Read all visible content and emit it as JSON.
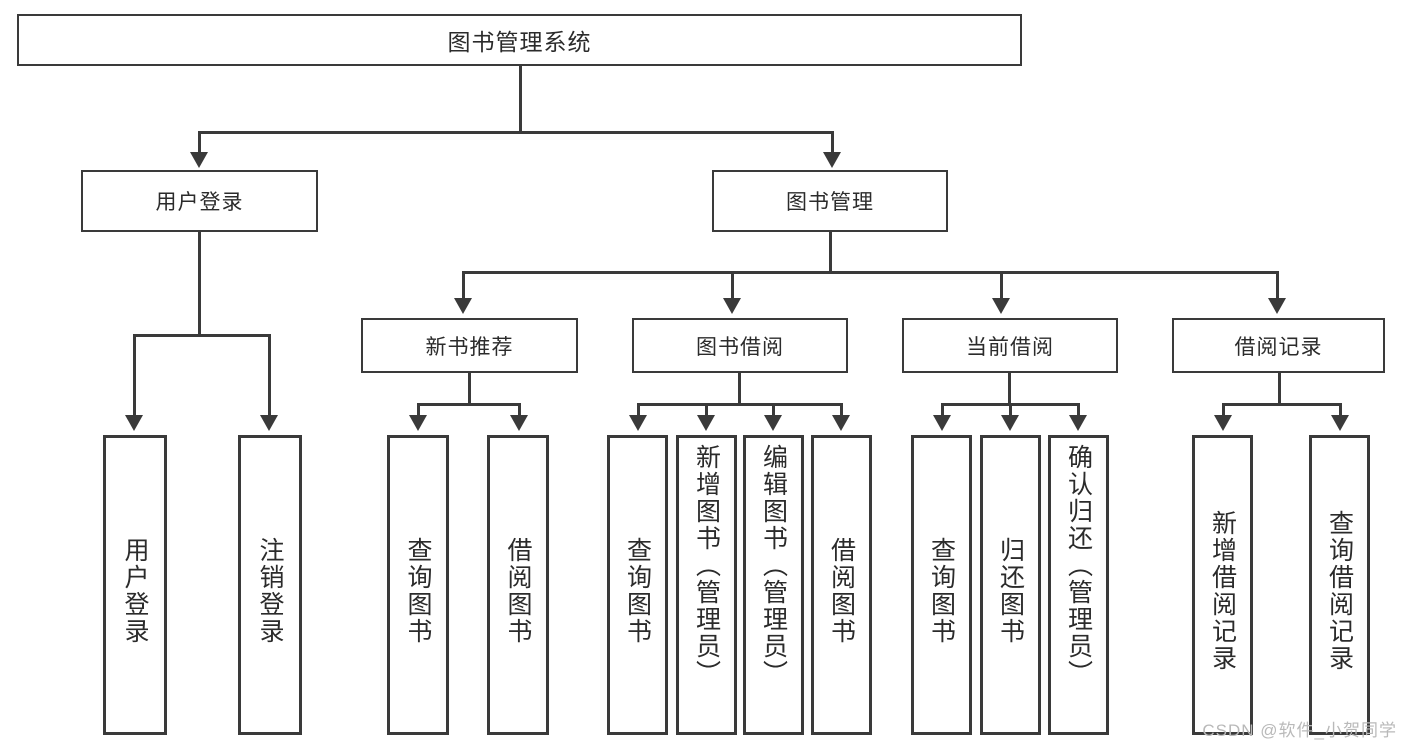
{
  "diagram": {
    "type": "tree-hierarchy",
    "title": "图书管理系统",
    "root": {
      "label": "图书管理系统"
    },
    "level2": [
      {
        "id": "user-login",
        "label": "用户登录"
      },
      {
        "id": "book-management",
        "label": "图书管理"
      }
    ],
    "level3": [
      {
        "id": "new-book-recommend",
        "label": "新书推荐"
      },
      {
        "id": "book-borrow",
        "label": "图书借阅"
      },
      {
        "id": "current-borrow",
        "label": "当前借阅"
      },
      {
        "id": "borrow-record",
        "label": "借阅记录"
      }
    ],
    "leaves": {
      "user_login": [
        {
          "id": "leaf-user-login",
          "label": "用户登录"
        },
        {
          "id": "leaf-logout-login",
          "label": "注销登录"
        }
      ],
      "new_book_recommend": [
        {
          "id": "leaf-query-book-1",
          "label": "查询图书"
        },
        {
          "id": "leaf-borrow-book-1",
          "label": "借阅图书"
        }
      ],
      "book_borrow": [
        {
          "id": "leaf-query-book-2",
          "label": "查询图书"
        },
        {
          "id": "leaf-add-book",
          "label": "新增图书（管理员）"
        },
        {
          "id": "leaf-edit-book",
          "label": "编辑图书（管理员）"
        },
        {
          "id": "leaf-borrow-book-2",
          "label": "借阅图书"
        }
      ],
      "current_borrow": [
        {
          "id": "leaf-query-book-3",
          "label": "查询图书"
        },
        {
          "id": "leaf-return-book",
          "label": "归还图书"
        },
        {
          "id": "leaf-confirm-return",
          "label": "确认归还（管理员）"
        }
      ],
      "borrow_record": [
        {
          "id": "leaf-add-record",
          "label": "新增借阅记录"
        },
        {
          "id": "leaf-query-record",
          "label": "查询借阅记录"
        }
      ]
    }
  },
  "watermark": {
    "text": "CSDN @软件_小贺同学"
  },
  "colors": {
    "stroke": "#3a3a3a",
    "text": "#2b2b2b",
    "background": "#ffffff",
    "watermark": "#b9b9b9"
  }
}
